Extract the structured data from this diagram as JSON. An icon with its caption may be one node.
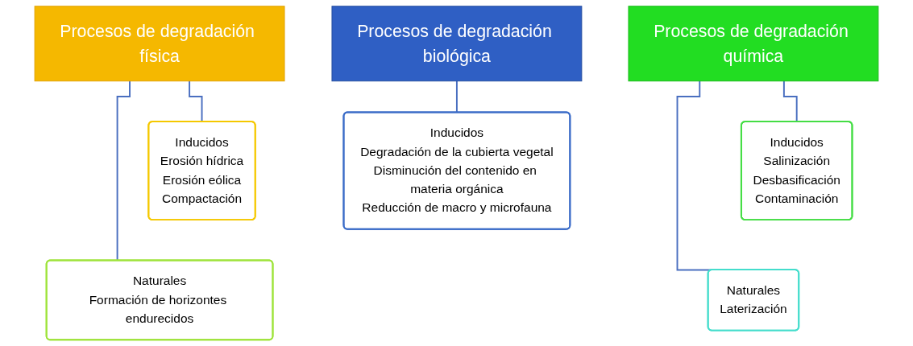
{
  "diagram": {
    "nodes": [
      {
        "text": [
          "Procesos de degradación física"
        ]
      },
      {
        "text": [
          "Inducidos",
          "Erosión hídrica",
          "Erosión eólica",
          "Compactación"
        ]
      },
      {
        "text": [
          "Naturales",
          "Formación de horizontes endurecidos"
        ]
      },
      {
        "text": [
          "Procesos de degradación química"
        ]
      },
      {
        "text": [
          "Inducidos",
          "Salinización",
          "Desbasificación",
          "Contaminación"
        ]
      },
      {
        "text": [
          "Naturales",
          "Laterización"
        ]
      },
      {
        "text": [
          "Procesos de degradación biológica"
        ]
      },
      {
        "text": [
          "Inducidos",
          "Degradación de la cubierta vegetal",
          "Disminución del contenido en materia orgánica",
          "Reducción de macro y microfauna"
        ]
      }
    ],
    "edges": [
      {
        "from": 0,
        "to": 1,
        "arrow": "none"
      },
      {
        "from": 0,
        "to": 2,
        "arrow": "none"
      },
      {
        "from": 3,
        "to": 4,
        "arrow": "none"
      },
      {
        "from": 3,
        "to": 5,
        "arrow": "none"
      },
      {
        "from": 6,
        "to": 7,
        "arrow": "none"
      }
    ]
  }
}
